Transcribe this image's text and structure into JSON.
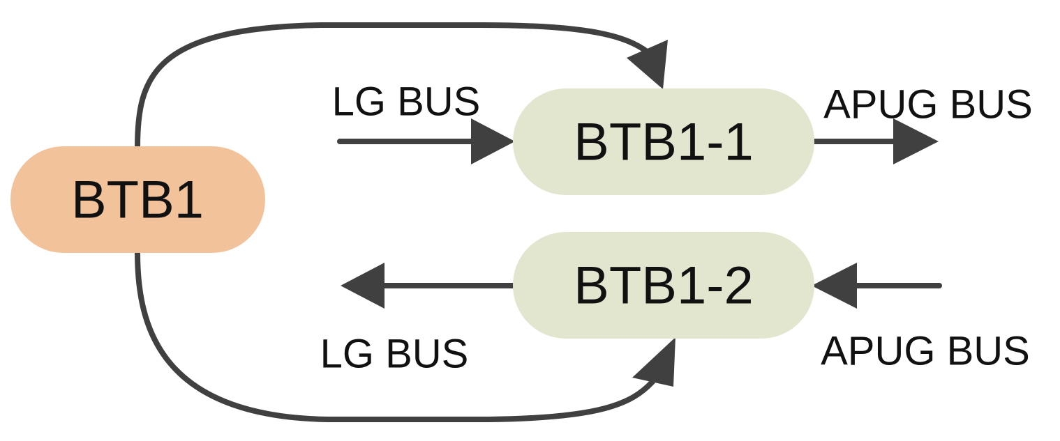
{
  "colors": {
    "source_node_fill": "#f2c39b",
    "target_node_fill": "#e2e6cf",
    "connector": "#404040",
    "text": "#111111"
  },
  "nodes": {
    "source": {
      "label": "BTB1"
    },
    "target_top": {
      "label": "BTB1-1"
    },
    "target_bottom": {
      "label": "BTB1-2"
    }
  },
  "bus_labels": {
    "top_left": "LG BUS",
    "top_right": "APUG BUS",
    "bottom_left": "LG BUS",
    "bottom_right": "APUG BUS"
  }
}
